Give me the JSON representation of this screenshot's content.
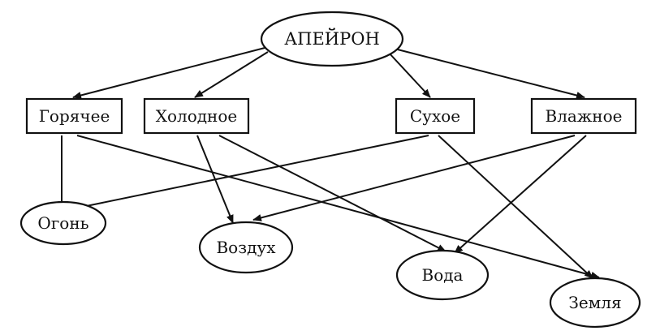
{
  "diagram": {
    "root": "АПЕЙРОН",
    "qualities": {
      "hot": "Горячее",
      "cold": "Холодное",
      "dry": "Сухое",
      "wet": "Влажное"
    },
    "elements": {
      "fire": "Огонь",
      "air": "Воздух",
      "water": "Вода",
      "earth": "Земля"
    },
    "edges": [
      {
        "from": "АПЕЙРОН",
        "to": "Горячее"
      },
      {
        "from": "АПЕЙРОН",
        "to": "Холодное"
      },
      {
        "from": "АПЕЙРОН",
        "to": "Сухое"
      },
      {
        "from": "АПЕЙРОН",
        "to": "Влажное"
      },
      {
        "from": "Горячее",
        "to": "Огонь"
      },
      {
        "from": "Горячее",
        "to": "Земля"
      },
      {
        "from": "Холодное",
        "to": "Воздух"
      },
      {
        "from": "Холодное",
        "to": "Вода"
      },
      {
        "from": "Сухое",
        "to": "Огонь"
      },
      {
        "from": "Сухое",
        "to": "Земля"
      },
      {
        "from": "Влажное",
        "to": "Воздух"
      },
      {
        "from": "Влажное",
        "to": "Вода"
      }
    ]
  }
}
